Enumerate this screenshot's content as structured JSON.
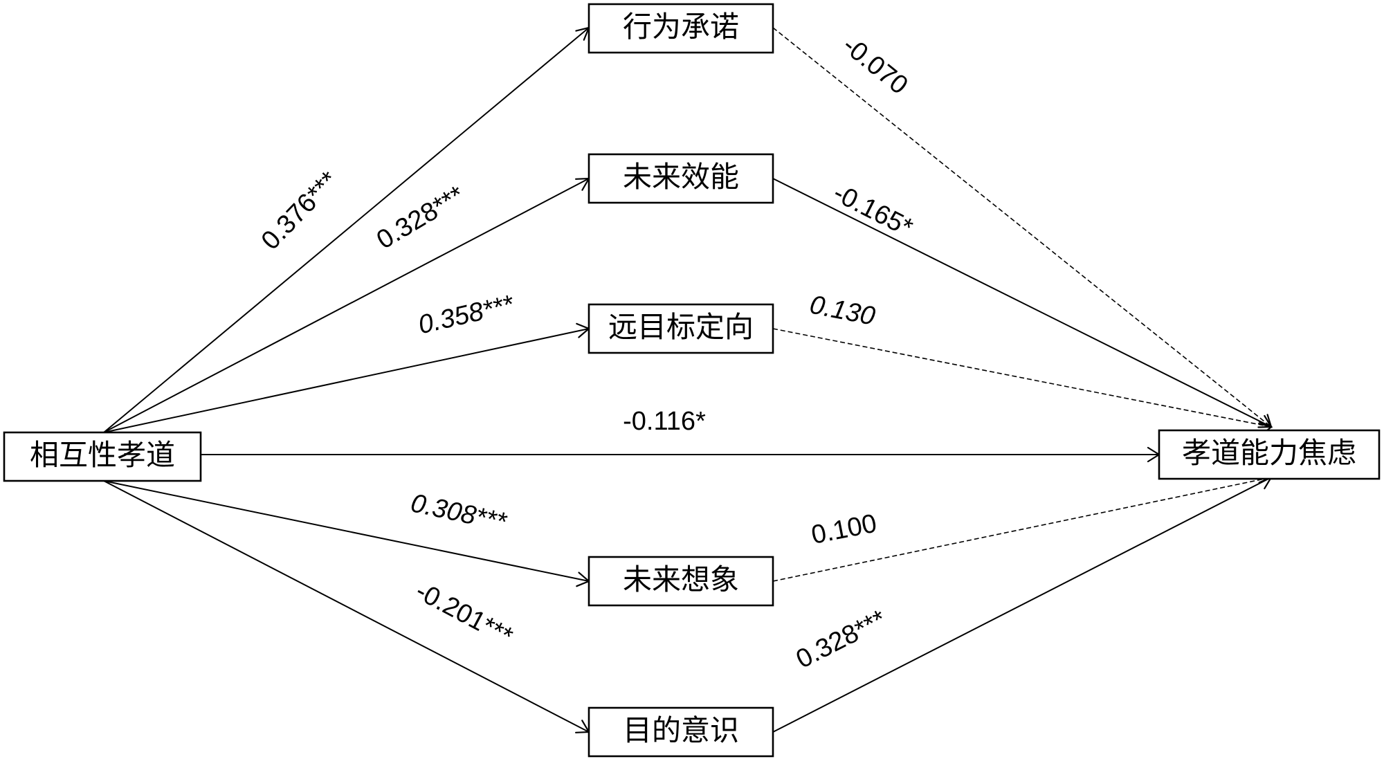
{
  "nodes": {
    "x": "相互性孝道",
    "m1": "行为承诺",
    "m2": "未来效能",
    "m3": "远目标定向",
    "m4": "未来想象",
    "m5": "目的意识",
    "y": "孝道能力焦虑"
  },
  "paths": {
    "x_m1": "0.376***",
    "x_m2": "0.328***",
    "x_m3": "0.358***",
    "x_m4": "0.308***",
    "x_m5": "-0.201***",
    "x_y": "-0.116*",
    "m1_y": "-0.070",
    "m2_y": "-0.165*",
    "m3_y": "0.130",
    "m4_y": "0.100",
    "m5_y": "0.328***"
  },
  "edge_styles": {
    "significant": "solid",
    "nonsignificant": "dashed"
  },
  "colors": {
    "line": "#000000",
    "background": "#ffffff"
  }
}
